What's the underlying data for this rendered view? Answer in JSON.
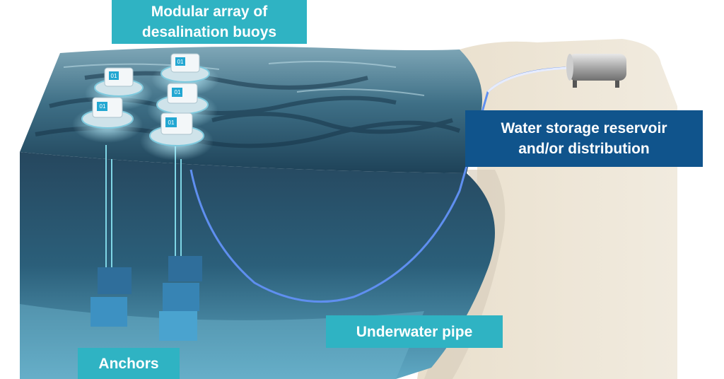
{
  "labels": {
    "buoys_line1": "Modular array of",
    "buoys_line2": "desalination buoys",
    "reservoir_line1": "Water storage reservoir",
    "reservoir_line2": "and/or distribution",
    "pipe": "Underwater pipe",
    "anchors": "Anchors"
  },
  "buoy_display": "01",
  "colors": {
    "label_teal": "#2fb3c3",
    "label_navy": "#10548c",
    "sand": "#ece4d3",
    "water_surface": "#2a5a73",
    "water_deep": "#1b3a52",
    "pipe": "#5f8ff0",
    "anchor_block": "#3a8fbf"
  }
}
